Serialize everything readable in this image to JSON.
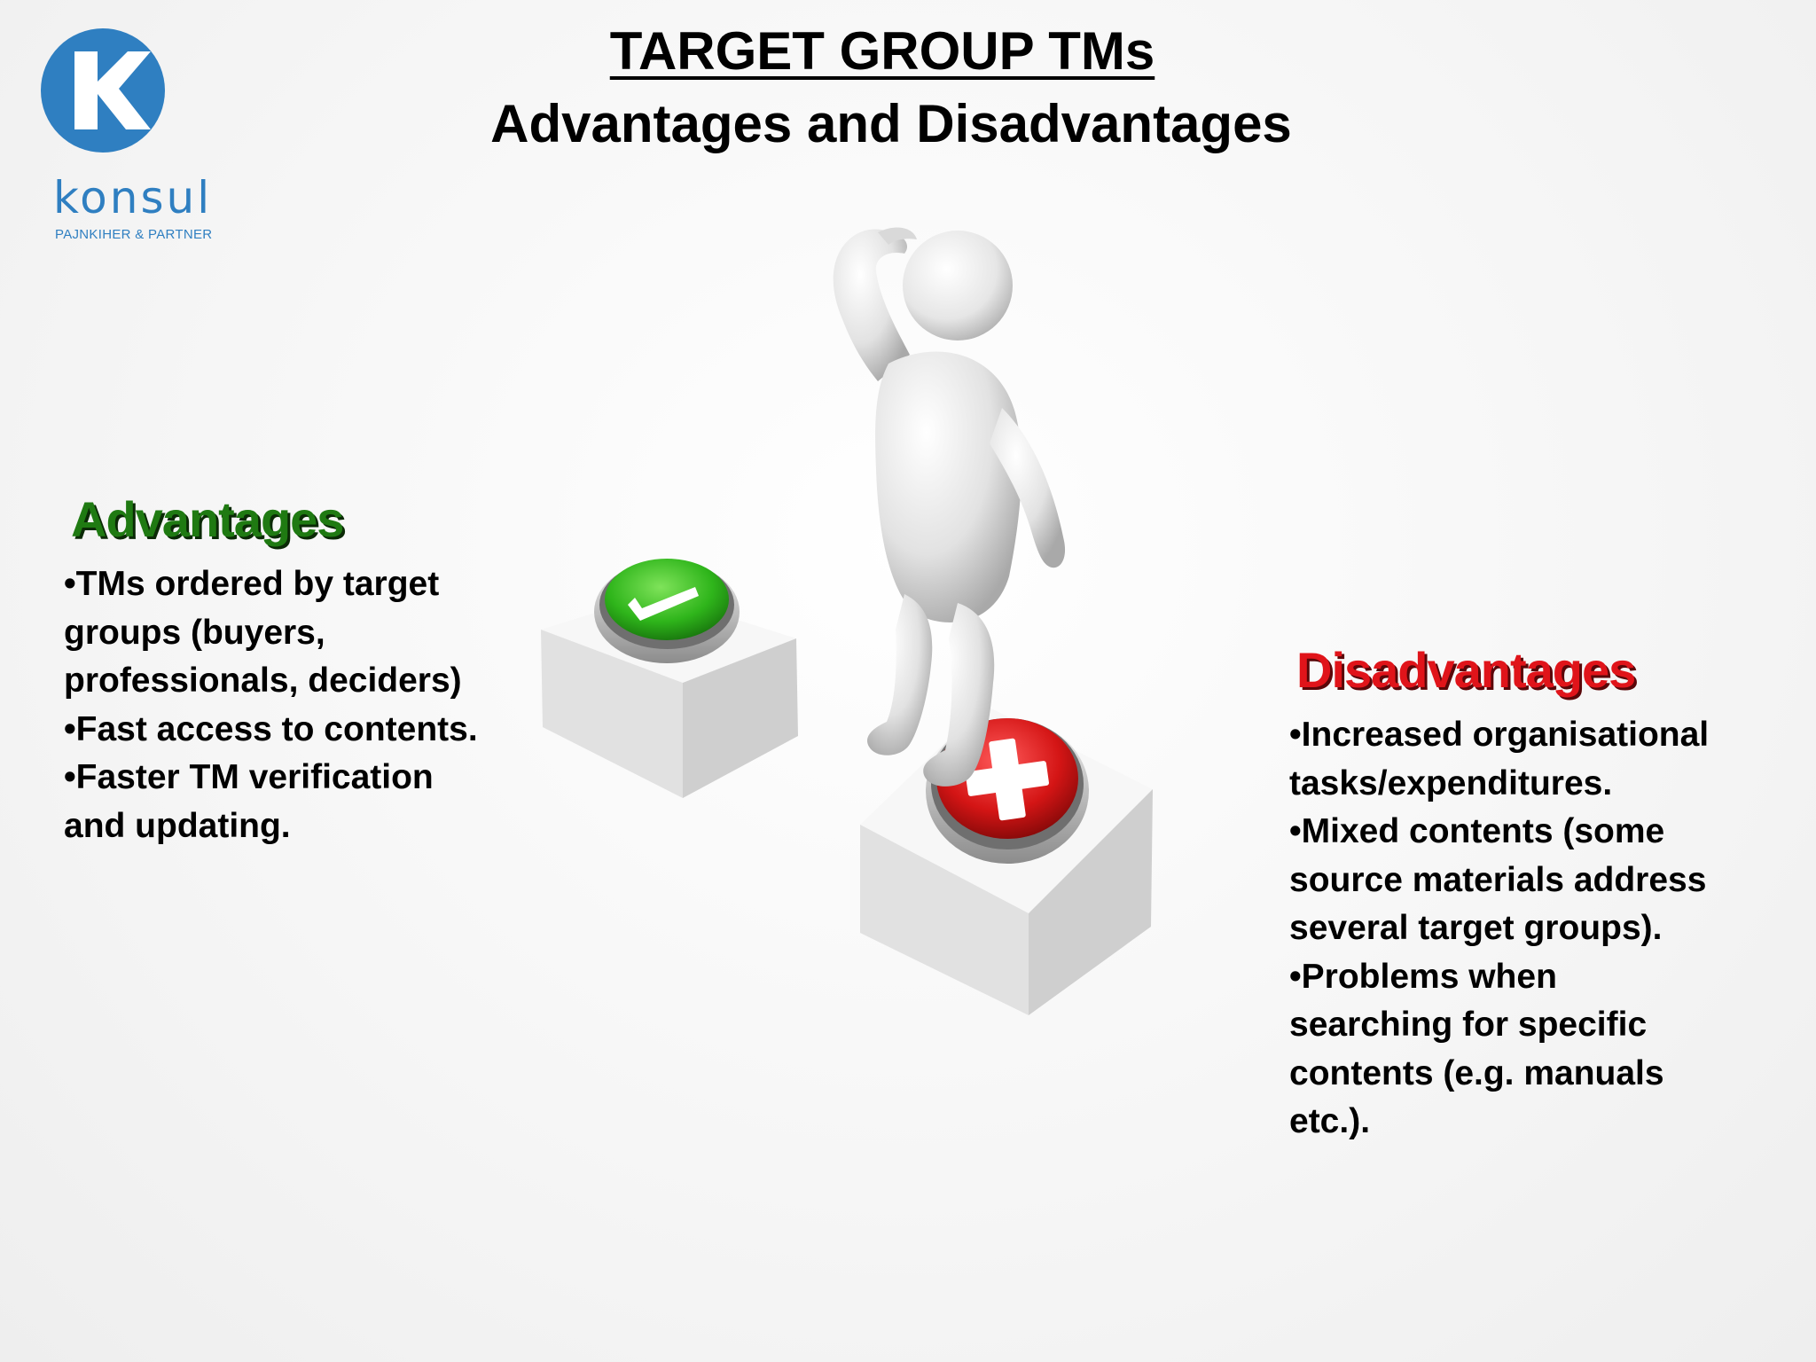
{
  "logo": {
    "name": "konsul",
    "subtitle": "PAJNKIHER & PARTNER",
    "brand_color": "#2f7fc1"
  },
  "title": {
    "line1": "TARGET GROUP TMs",
    "line2": "Advantages and Disadvantages"
  },
  "advantages": {
    "heading": "Advantages",
    "color": "#1f7a12",
    "items": [
      "TMs ordered by target groups (buyers, professionals, deciders)",
      "Fast access to contents.",
      "Faster TM verification and updating."
    ]
  },
  "disadvantages": {
    "heading": "Disadvantages",
    "color": "#e0141a",
    "items": [
      "Increased organisational tasks/expenditures.",
      "Mixed contents (some source materials address several target groups).",
      "Problems when searching for specific contents (e.g. manuals etc.)."
    ]
  },
  "illustration": {
    "figure": "thinking-person-icon",
    "button_yes": "checkmark-icon",
    "button_no": "plus-cross-icon"
  },
  "bullet": "•"
}
